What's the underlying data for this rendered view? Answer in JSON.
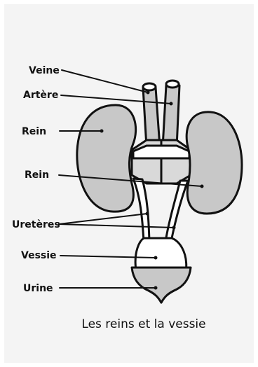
{
  "labels": {
    "veine": "Veine",
    "artere": "Artère",
    "rein_left": "Rein",
    "rein_right": "Rein",
    "ureteres": "Uretères",
    "vessie": "Vessie",
    "urine": "Urine"
  },
  "caption": "Les reins et la vessie",
  "colors": {
    "page": "#f4f4f4",
    "organ_fill": "#c8c8c8",
    "tissue_fill": "#d9d9d9",
    "outline": "#111111"
  }
}
